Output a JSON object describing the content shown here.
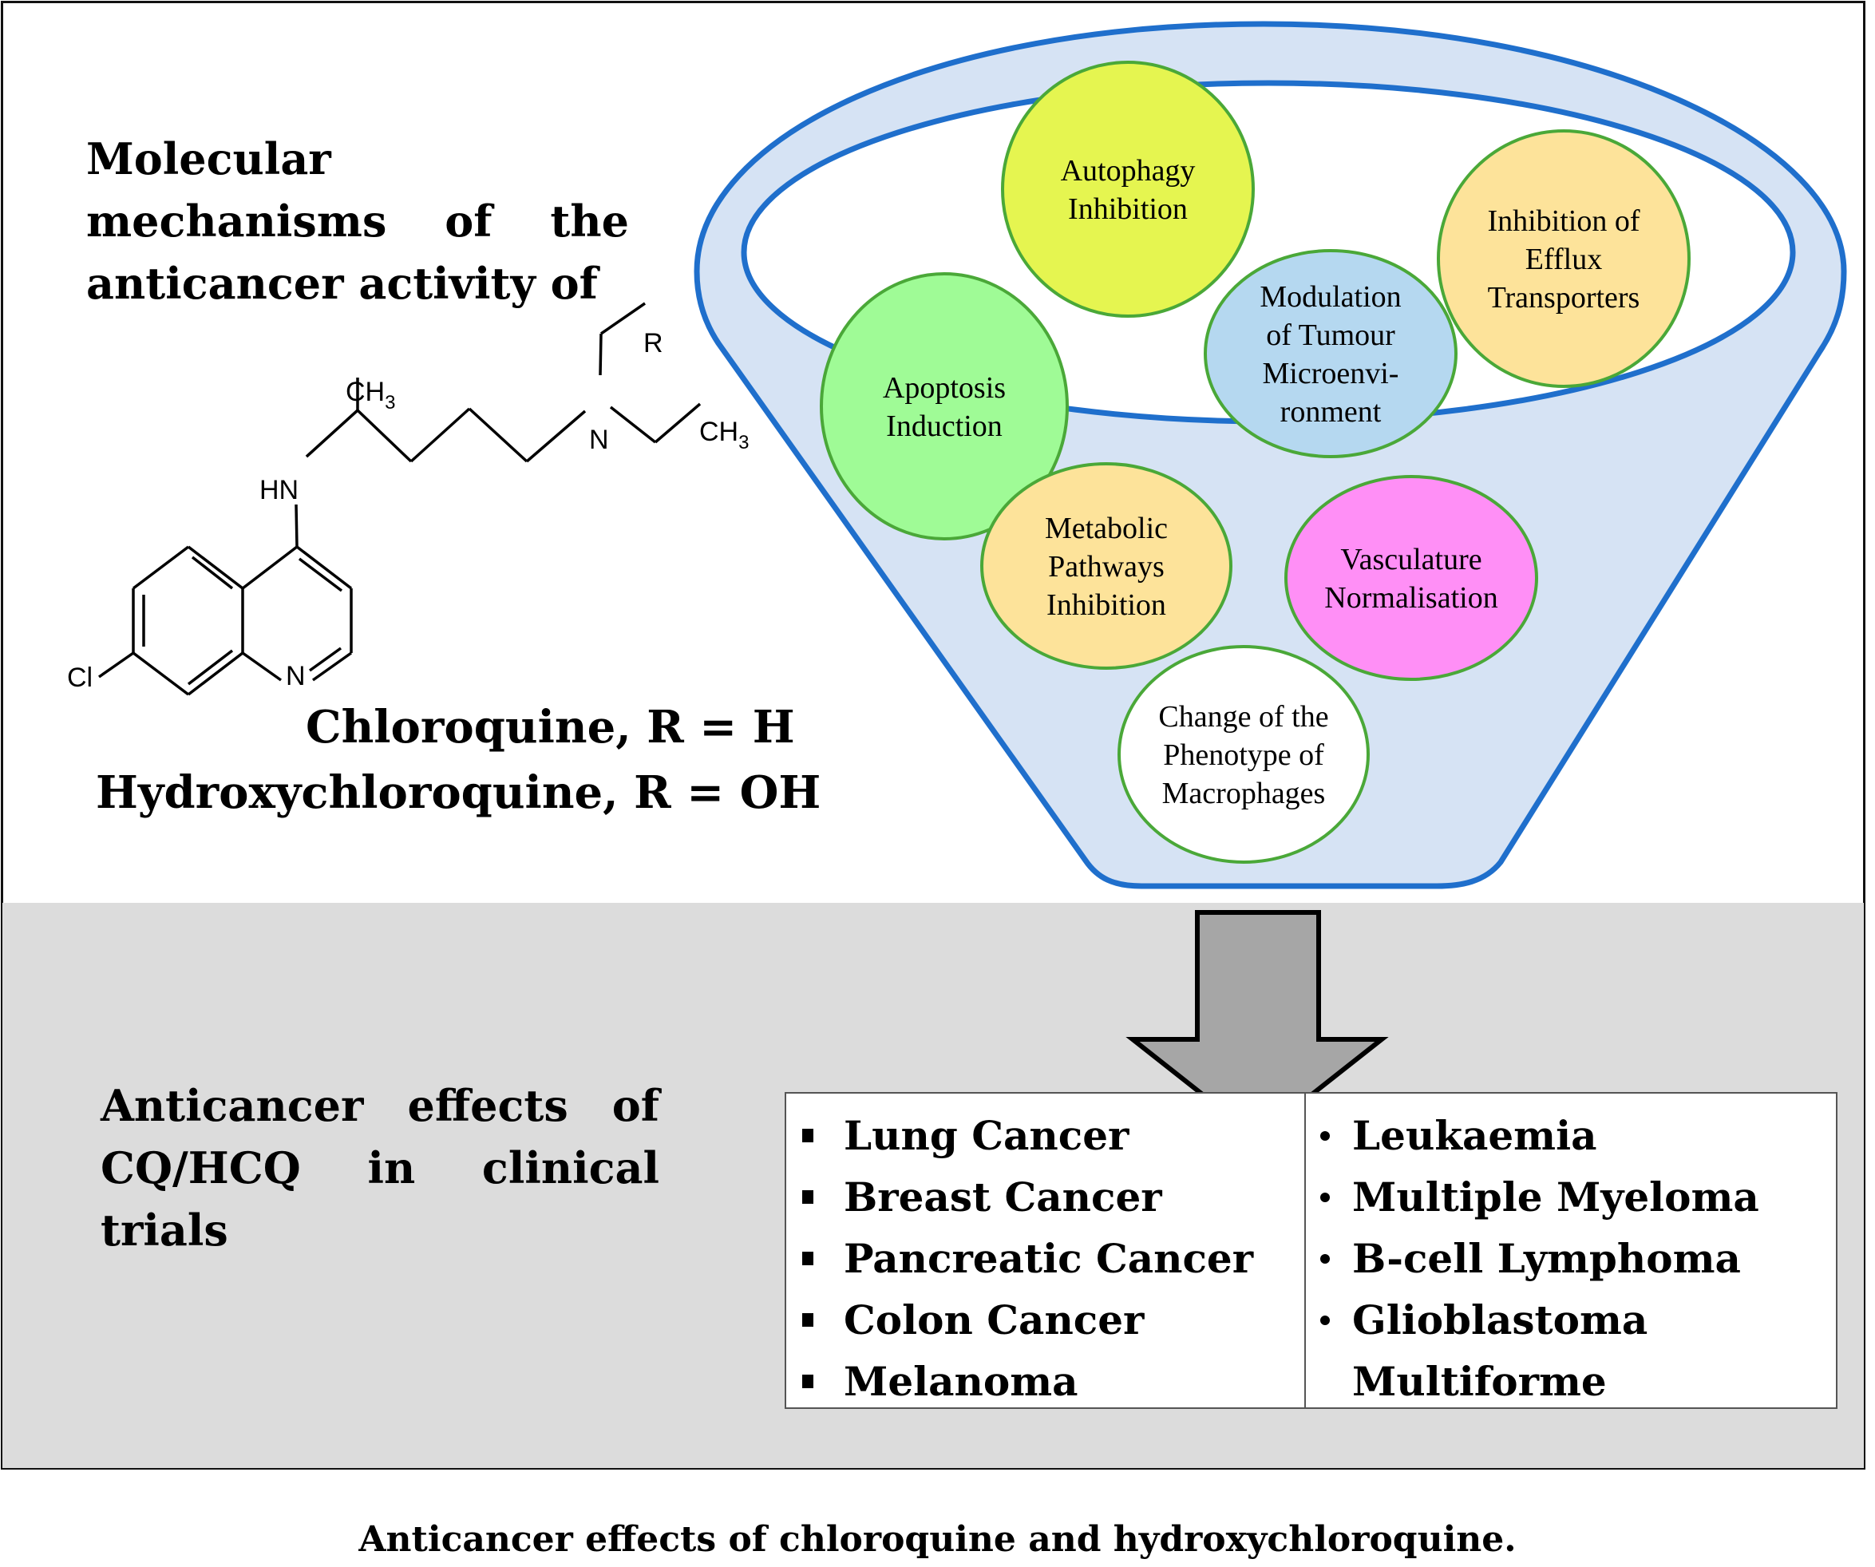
{
  "figure": {
    "caption": "Anticancer effects of chloroquine and hydroxychloroquine.",
    "colors": {
      "funnel_fill": "#d6e3f4",
      "funnel_stroke": "#1f6fcc",
      "circle_stroke": "#4aa838",
      "bottom_panel_bg": "#dcdcdc",
      "arrow_fill": "#a6a6a6"
    }
  },
  "top_section": {
    "heading_lines": [
      "Molecular",
      "mechanisms of the",
      "anticancer activity of"
    ],
    "structure": {
      "labels": {
        "r_group": "R",
        "methyl_top": "CH",
        "methyl_top_sub": "3",
        "methyl_right": "CH",
        "methyl_right_sub": "3",
        "amine_nitrogen": "N",
        "hn_group": "HN",
        "ring_nitrogen": "N",
        "chlorine": "Cl"
      }
    },
    "drugs": [
      {
        "label": "Chloroquine, R = H"
      },
      {
        "label": "Hydroxychloroquine, R = OH"
      }
    ],
    "mechanisms": [
      {
        "name": "autophagy-inhibition",
        "lines": [
          "Autophagy",
          "Inhibition"
        ],
        "color": "#e5f550"
      },
      {
        "name": "inhibition-of-efflux-transporters",
        "lines": [
          "Inhibition of",
          "Efflux",
          "Transporters"
        ],
        "color": "#fde39a"
      },
      {
        "name": "apoptosis-induction",
        "lines": [
          "Apoptosis",
          "Induction"
        ],
        "color": "#9ffb96"
      },
      {
        "name": "modulation-of-tumour-microenvironment",
        "lines": [
          "Modulation",
          "of Tumour",
          "Microenvi-",
          "ronment"
        ],
        "color": "#b5d8f0"
      },
      {
        "name": "metabolic-pathways-inhibition",
        "lines": [
          "Metabolic",
          "Pathways",
          "Inhibition"
        ],
        "color": "#fde39a"
      },
      {
        "name": "vasculature-normalisation",
        "lines": [
          "Vasculature",
          "Normalisation"
        ],
        "color": "#ff8ff6"
      },
      {
        "name": "change-of-phenotype-of-macrophages",
        "lines": [
          "Change of the",
          "Phenotype of",
          "Macrophages"
        ],
        "color": "#ffffff"
      }
    ]
  },
  "bottom_section": {
    "heading_lines": [
      "Anticancer effects of",
      "CQ/HCQ in clinical",
      "trials"
    ],
    "solid_tumours": [
      "Lung Cancer",
      "Breast Cancer",
      "Pancreatic Cancer",
      "Colon Cancer",
      "Melanoma"
    ],
    "haematological_and_other": [
      "Leukaemia",
      "Multiple Myeloma",
      "B-cell Lymphoma",
      "Glioblastoma",
      "Multiforme"
    ]
  }
}
